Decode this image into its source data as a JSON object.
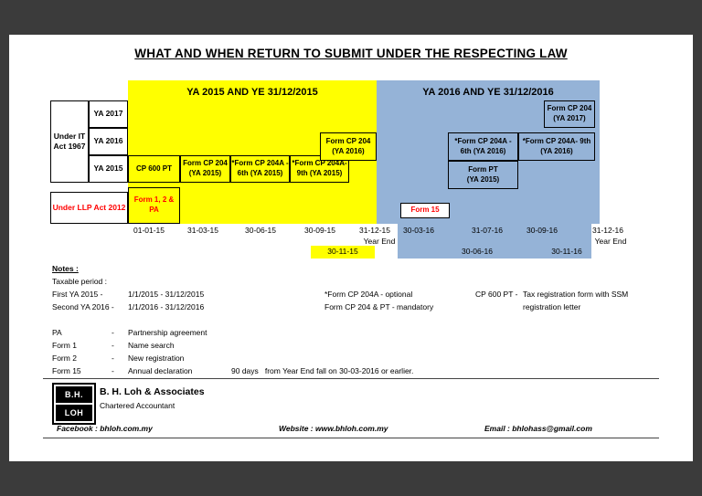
{
  "title": "WHAT AND WHEN RETURN TO SUBMIT UNDER THE RESPECTING LAW",
  "colors": {
    "yellow": "#FFFF00",
    "blue": "#95B3D7",
    "red": "#FF0000",
    "frame": "#3B3B3B"
  },
  "chart": {
    "yellow_header": "YA 2015 AND YE 31/12/2015",
    "blue_header": "YA 2016 AND YE 31/12/2016",
    "left_labels": {
      "under_it": "Under IT\nAct 1967",
      "ya2017": "YA 2017",
      "ya2016": "YA 2016",
      "ya2015": "YA 2015",
      "under_llp": "Under LLP Act 2012"
    },
    "yellow_boxes": {
      "cp600pt": "CP 600 PT",
      "cp204_2015": "Form CP 204\n(YA 2015)",
      "cp204a_6th_2015": "*Form CP 204A -\n6th (YA 2015)",
      "cp204a_9th_2015": "*Form CP 204A-\n9th (YA 2015)",
      "cp204_2016": "Form CP 204\n(YA 2016)",
      "form12pa": "Form 1, 2 &\nPA"
    },
    "blue_boxes": {
      "cp204a_6th_2016": "*Form CP 204A -\n6th (YA 2016)",
      "cp204a_9th_2016": "*Form CP 204A- 9th\n(YA 2016)",
      "form_pt": "Form PT\n(YA 2015)",
      "cp204_2017": "Form CP 204\n(YA 2017)",
      "form15": "Form 15"
    },
    "timeline": [
      "01-01-15",
      "31-03-15",
      "30-06-15",
      "30-09-15",
      "31-12-15",
      "30-03-16",
      "31-07-16",
      "30-09-16",
      "31-12-16"
    ],
    "year_end": "Year End",
    "strip_dates": [
      "30-11-15",
      "30-06-16",
      "30-11-16"
    ]
  },
  "notes": {
    "heading": "Notes :",
    "taxable": "Taxable period :",
    "row1": {
      "a": "First YA 2015 -",
      "b": "1/1/2015 - 31/12/2015",
      "c": "*Form CP 204A - optional",
      "d": "CP 600 PT -",
      "e": "Tax registration form with SSM"
    },
    "row2": {
      "a": "Second YA 2016 -",
      "b": "1/1/2016 - 31/12/2016",
      "c": "Form CP 204 & PT - mandatory",
      "e": "registration letter"
    },
    "defs": [
      {
        "term": "PA",
        "dash": "-",
        "desc": "Partnership agreement",
        "extra": ""
      },
      {
        "term": "Form 1",
        "dash": "-",
        "desc": "Name search",
        "extra": ""
      },
      {
        "term": "Form 2",
        "dash": "-",
        "desc": "New registration",
        "extra": ""
      },
      {
        "term": "Form 15",
        "dash": "-",
        "desc": "Annual declaration",
        "extra": "90 days   from Year End fall on 30-03-2016 or earlier."
      }
    ]
  },
  "footer": {
    "logo_line1": "B.H.",
    "logo_line2": "LOH",
    "company": "B. H. Loh & Associates",
    "subtitle": "Chartered Accountant",
    "facebook": "Facebook : bhloh.com.my",
    "website": "Website : www.bhloh.com.my",
    "email": "Email : bhlohass@gmail.com"
  }
}
